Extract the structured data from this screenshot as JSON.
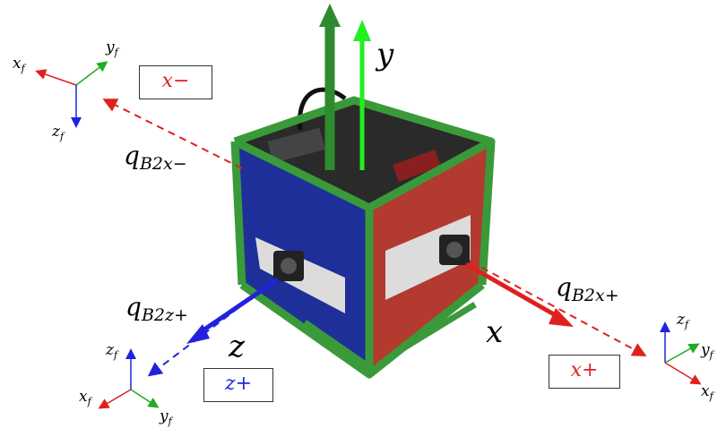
{
  "colors": {
    "frame_green": "#3a9a3a",
    "x_axis_red": "#e02020",
    "y_axis_green": "#22dd22",
    "z_axis_blue": "#2222dd",
    "panel_blue": "#1f2f9a",
    "panel_red": "#c0392b"
  },
  "axes": {
    "x": "x",
    "y": "y",
    "z": "z"
  },
  "quaternions": {
    "x_minus": {
      "base": "q",
      "sub": "B2x−"
    },
    "x_plus": {
      "base": "q",
      "sub": "B2x+"
    },
    "z_plus": {
      "base": "q",
      "sub": "B2z+"
    }
  },
  "boxes": {
    "x_minus": "x−",
    "x_plus": "x+",
    "z_plus": "z+"
  },
  "frames": {
    "top_left": {
      "x": "x",
      "y": "y",
      "z": "z",
      "sub": "f"
    },
    "bottom_left": {
      "x": "x",
      "y": "y",
      "z": "z",
      "sub": "f"
    },
    "right": {
      "x": "x",
      "y": "y",
      "z": "z",
      "sub": "f"
    }
  },
  "icons": [
    "cubesat-model-icon",
    "axis-arrow-icon",
    "coordinate-frame-icon"
  ]
}
